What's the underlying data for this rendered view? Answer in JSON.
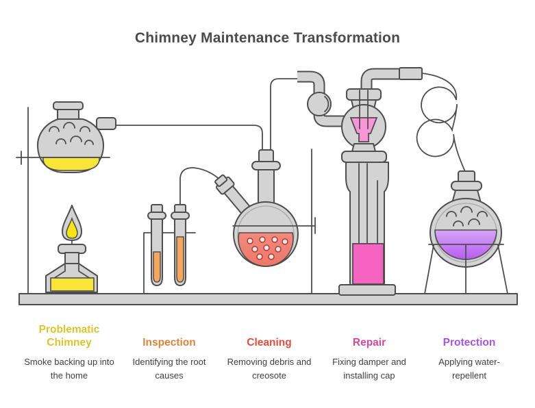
{
  "title": "Chimney Maintenance Transformation",
  "stages": [
    {
      "title": "Problematic Chimney",
      "description": "Smoke backing up into the home"
    },
    {
      "title": "Inspection",
      "description": "Identifying the root causes"
    },
    {
      "title": "Cleaning",
      "description": "Removing debris and creosote"
    },
    {
      "title": "Repair",
      "description": "Fixing damper and installing cap"
    },
    {
      "title": "Protection",
      "description": "Applying water-repellent"
    }
  ],
  "colors": {
    "stage0": "#e0c32a",
    "stage1": "#e2823a",
    "stage2": "#e74c3c",
    "stage3": "#d6479b",
    "stage4": "#a952e8",
    "title": "#4b4b4b",
    "text": "#3e3e3e",
    "outline": "#4d4d4d",
    "glass": "#d3d3d3",
    "glass-inner": "#a8a8a8",
    "yellow": "#f8e53a",
    "flame": "#f8e412",
    "orange": "#f6a75c",
    "red": "#f28a7c",
    "red-deep": "#ee776a",
    "dot-stroke": "#b23a2e",
    "dot-fill": "#fdeae6",
    "pink": "#f763c1",
    "pink-light": "#f995d6",
    "purple-light": "#d7a5f8",
    "purple": "#b55cf0"
  }
}
